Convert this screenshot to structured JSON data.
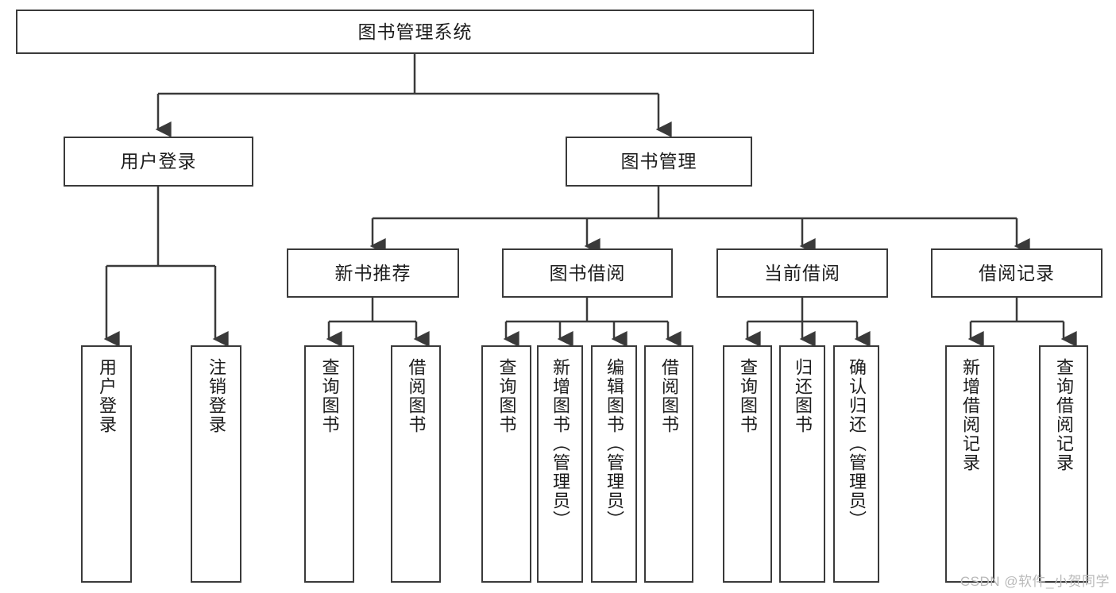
{
  "diagram": {
    "type": "tree-hierarchy-chart",
    "title": "图书管理系统",
    "root": {
      "id": "root",
      "label": "图书管理系统"
    },
    "level1": [
      {
        "id": "user-login",
        "label": "用户登录"
      },
      {
        "id": "book-manage",
        "label": "图书管理"
      }
    ],
    "level2": [
      {
        "id": "new-book-recommend",
        "label": "新书推荐",
        "parent": "book-manage"
      },
      {
        "id": "book-borrow",
        "label": "图书借阅",
        "parent": "book-manage"
      },
      {
        "id": "current-borrow",
        "label": "当前借阅",
        "parent": "book-manage"
      },
      {
        "id": "borrow-record",
        "label": "借阅记录",
        "parent": "book-manage"
      }
    ],
    "leaves": [
      {
        "id": "leaf-user-login",
        "label": "用户登录",
        "parent": "user-login"
      },
      {
        "id": "leaf-user-logout",
        "label": "注销登录",
        "parent": "user-login"
      },
      {
        "id": "leaf-query-book-1",
        "label": "查询图书",
        "parent": "new-book-recommend"
      },
      {
        "id": "leaf-borrow-book-1",
        "label": "借阅图书",
        "parent": "new-book-recommend"
      },
      {
        "id": "leaf-query-book-2",
        "label": "查询图书",
        "parent": "book-borrow"
      },
      {
        "id": "leaf-add-book",
        "label": "新增图书（管理员）",
        "parent": "book-borrow"
      },
      {
        "id": "leaf-edit-book",
        "label": "编辑图书（管理员）",
        "parent": "book-borrow"
      },
      {
        "id": "leaf-borrow-book-2",
        "label": "借阅图书",
        "parent": "book-borrow"
      },
      {
        "id": "leaf-query-book-3",
        "label": "查询图书",
        "parent": "current-borrow"
      },
      {
        "id": "leaf-return-book",
        "label": "归还图书",
        "parent": "current-borrow"
      },
      {
        "id": "leaf-confirm-return",
        "label": "确认归还（管理员）",
        "parent": "current-borrow"
      },
      {
        "id": "leaf-add-record",
        "label": "新增借阅记录",
        "parent": "borrow-record"
      },
      {
        "id": "leaf-query-record",
        "label": "查询借阅记录",
        "parent": "borrow-record"
      }
    ],
    "watermark": "CSDN @软件_小贺同学",
    "colors": {
      "border": "#3a3a3a",
      "background": "#ffffff",
      "text": "#1c1c1c",
      "watermark": "#b9b9b9"
    }
  }
}
